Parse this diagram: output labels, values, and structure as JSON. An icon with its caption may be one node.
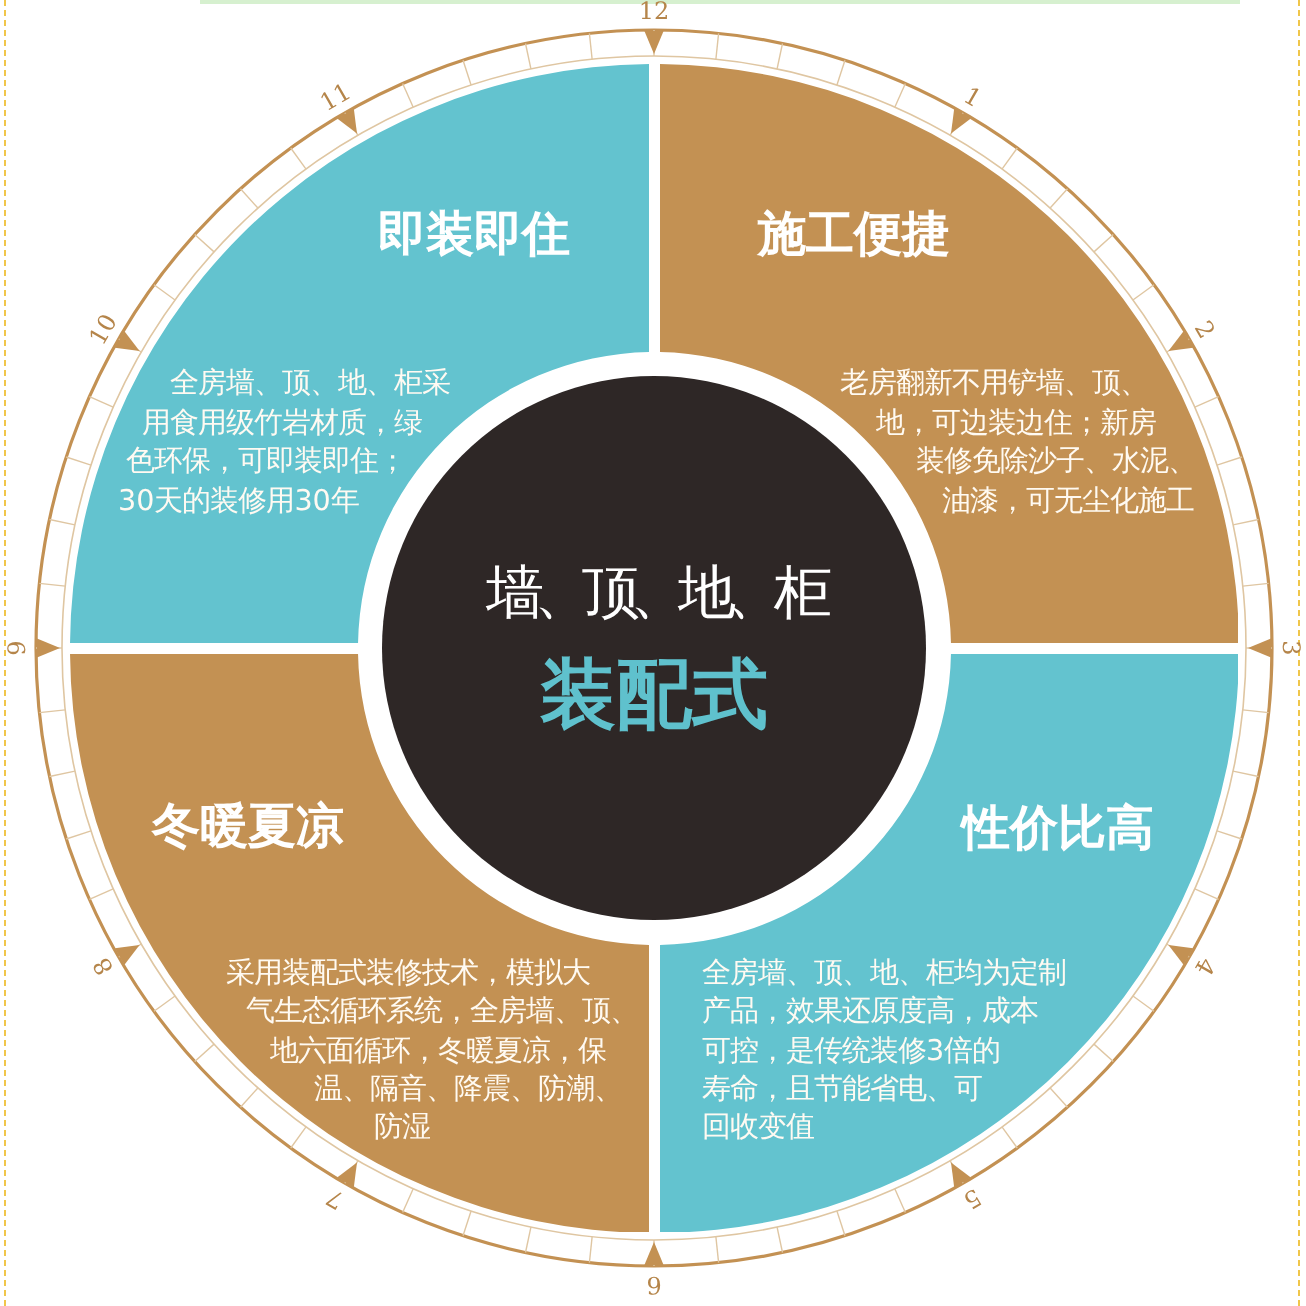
{
  "diagram": {
    "nodes": [
      {
        "text": [
          "即装即住",
          "全房墙、顶、地、柜采用食用级竹岩材质，绿色环保，可即装即住；30天的装修用30年"
        ]
      },
      {
        "text": [
          "施工便捷",
          "老房翻新不用铲墙、顶、地，可边装边住；新房装修免除沙子、水泥、油漆，可无尘化施工"
        ]
      },
      {
        "text": [
          "墙、顶、地、柜",
          "装配式"
        ]
      },
      {
        "text": [
          "冬暖夏凉",
          "采用装配式装修技术，模拟大气生态循环系统，全房墙、顶、地六面循环，冬暖夏凉，保温、隔音、降震、防潮、防湿"
        ]
      },
      {
        "text": [
          "性价比高",
          "全房墙、顶、地、柜均为定制产品，效果还原度高，成本可控，是传统装修3倍的寿命，且节能省电、可回收变值"
        ]
      }
    ],
    "labels": [
      "12",
      "1",
      "2",
      "3",
      "4",
      "5",
      "6",
      "7",
      "8",
      "9",
      "10",
      "11"
    ]
  }
}
